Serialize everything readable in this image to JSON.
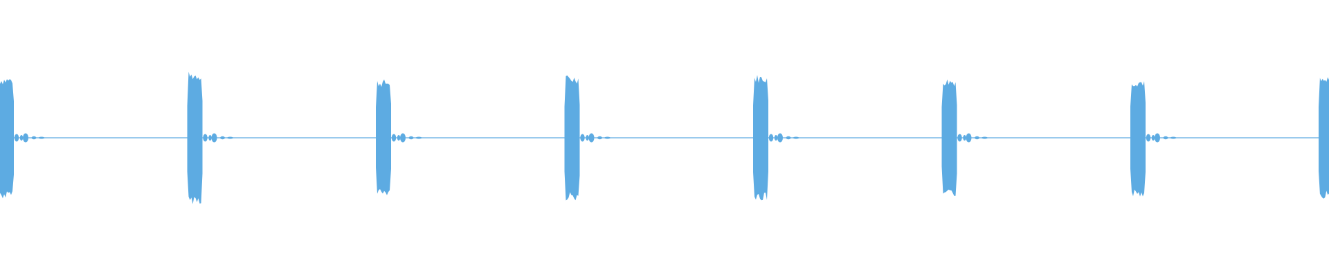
{
  "waveform": {
    "color": "#5dabe2",
    "background": "#ffffff",
    "pulse_count": 8,
    "pulse_peak_amplitude": [
      0.88,
      0.95,
      0.84,
      0.9,
      0.91,
      0.86,
      0.85,
      0.87
    ],
    "baseline_amplitude": 0.006
  }
}
